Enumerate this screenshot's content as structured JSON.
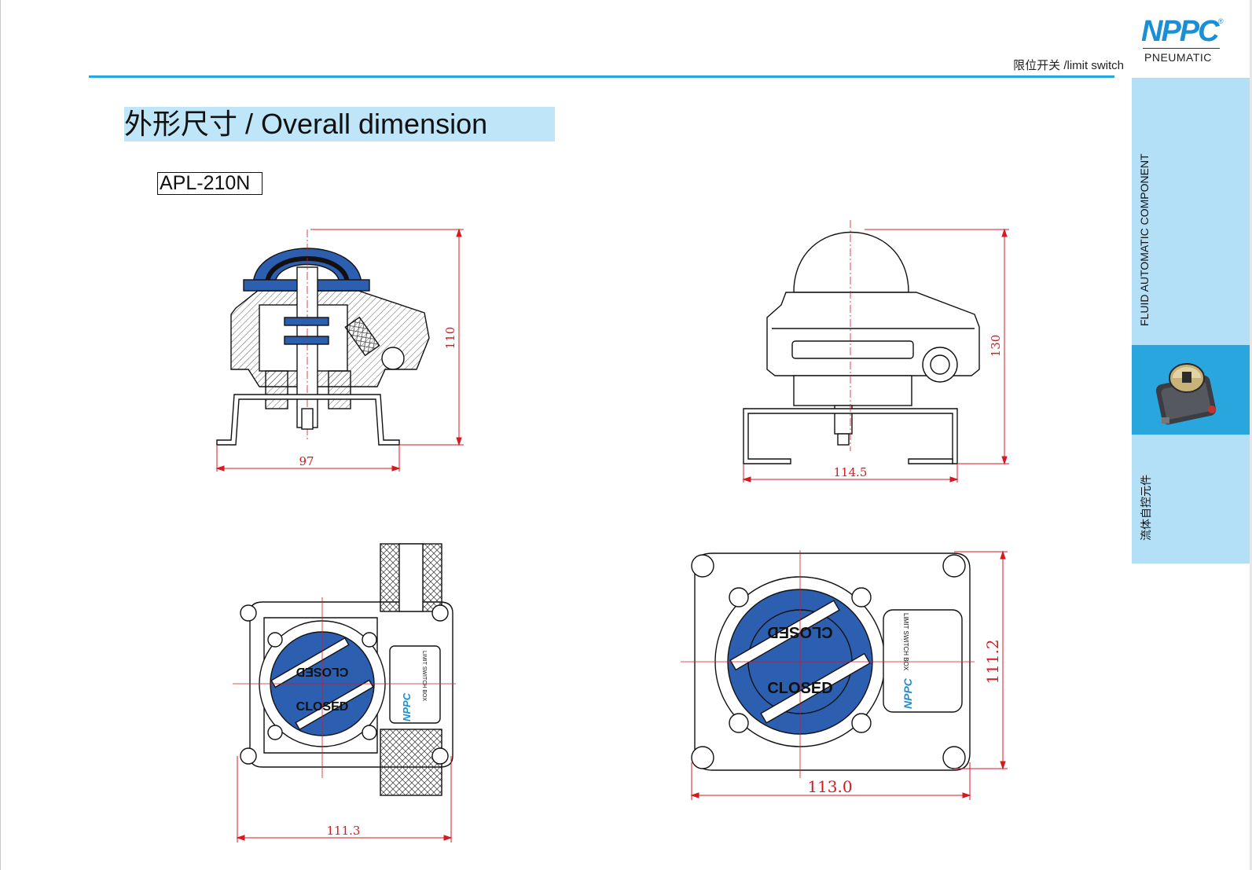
{
  "header": {
    "caption": "限位开关 /limit  switch"
  },
  "logo": {
    "mark": "NPPC",
    "registered": "®",
    "subtitle": "PNEUMATIC"
  },
  "sidebar": {
    "english": "FLUID AUTOMATIC COMPONENT",
    "chinese": "流体自控元件"
  },
  "section": {
    "title": "外形尺寸 / Overall dimension",
    "model": "APL-210N"
  },
  "drawings": {
    "front_section": {
      "width": "97",
      "height": "110"
    },
    "side_elevation": {
      "width": "114.5",
      "height": "130"
    },
    "top_view_left": {
      "width": "111.3",
      "indicator_top": "CLOSED",
      "indicator_bottom": "CLOSED",
      "plate_brand": "NPPC",
      "plate_text": "LIMIT SWITCH BOX"
    },
    "top_view_right": {
      "width": "113.0",
      "height": "111.2",
      "indicator_top": "CLOSED",
      "indicator_bottom": "CLOSED",
      "plate_brand": "NPPC",
      "plate_text": "LIMIT SWITCH BOX"
    }
  },
  "colors": {
    "accent_blue": "#29a8e0",
    "indicator_blue": "#2d5fb0",
    "dimension_red": "#d71920",
    "sidebar_light": "#b3e0f6"
  }
}
